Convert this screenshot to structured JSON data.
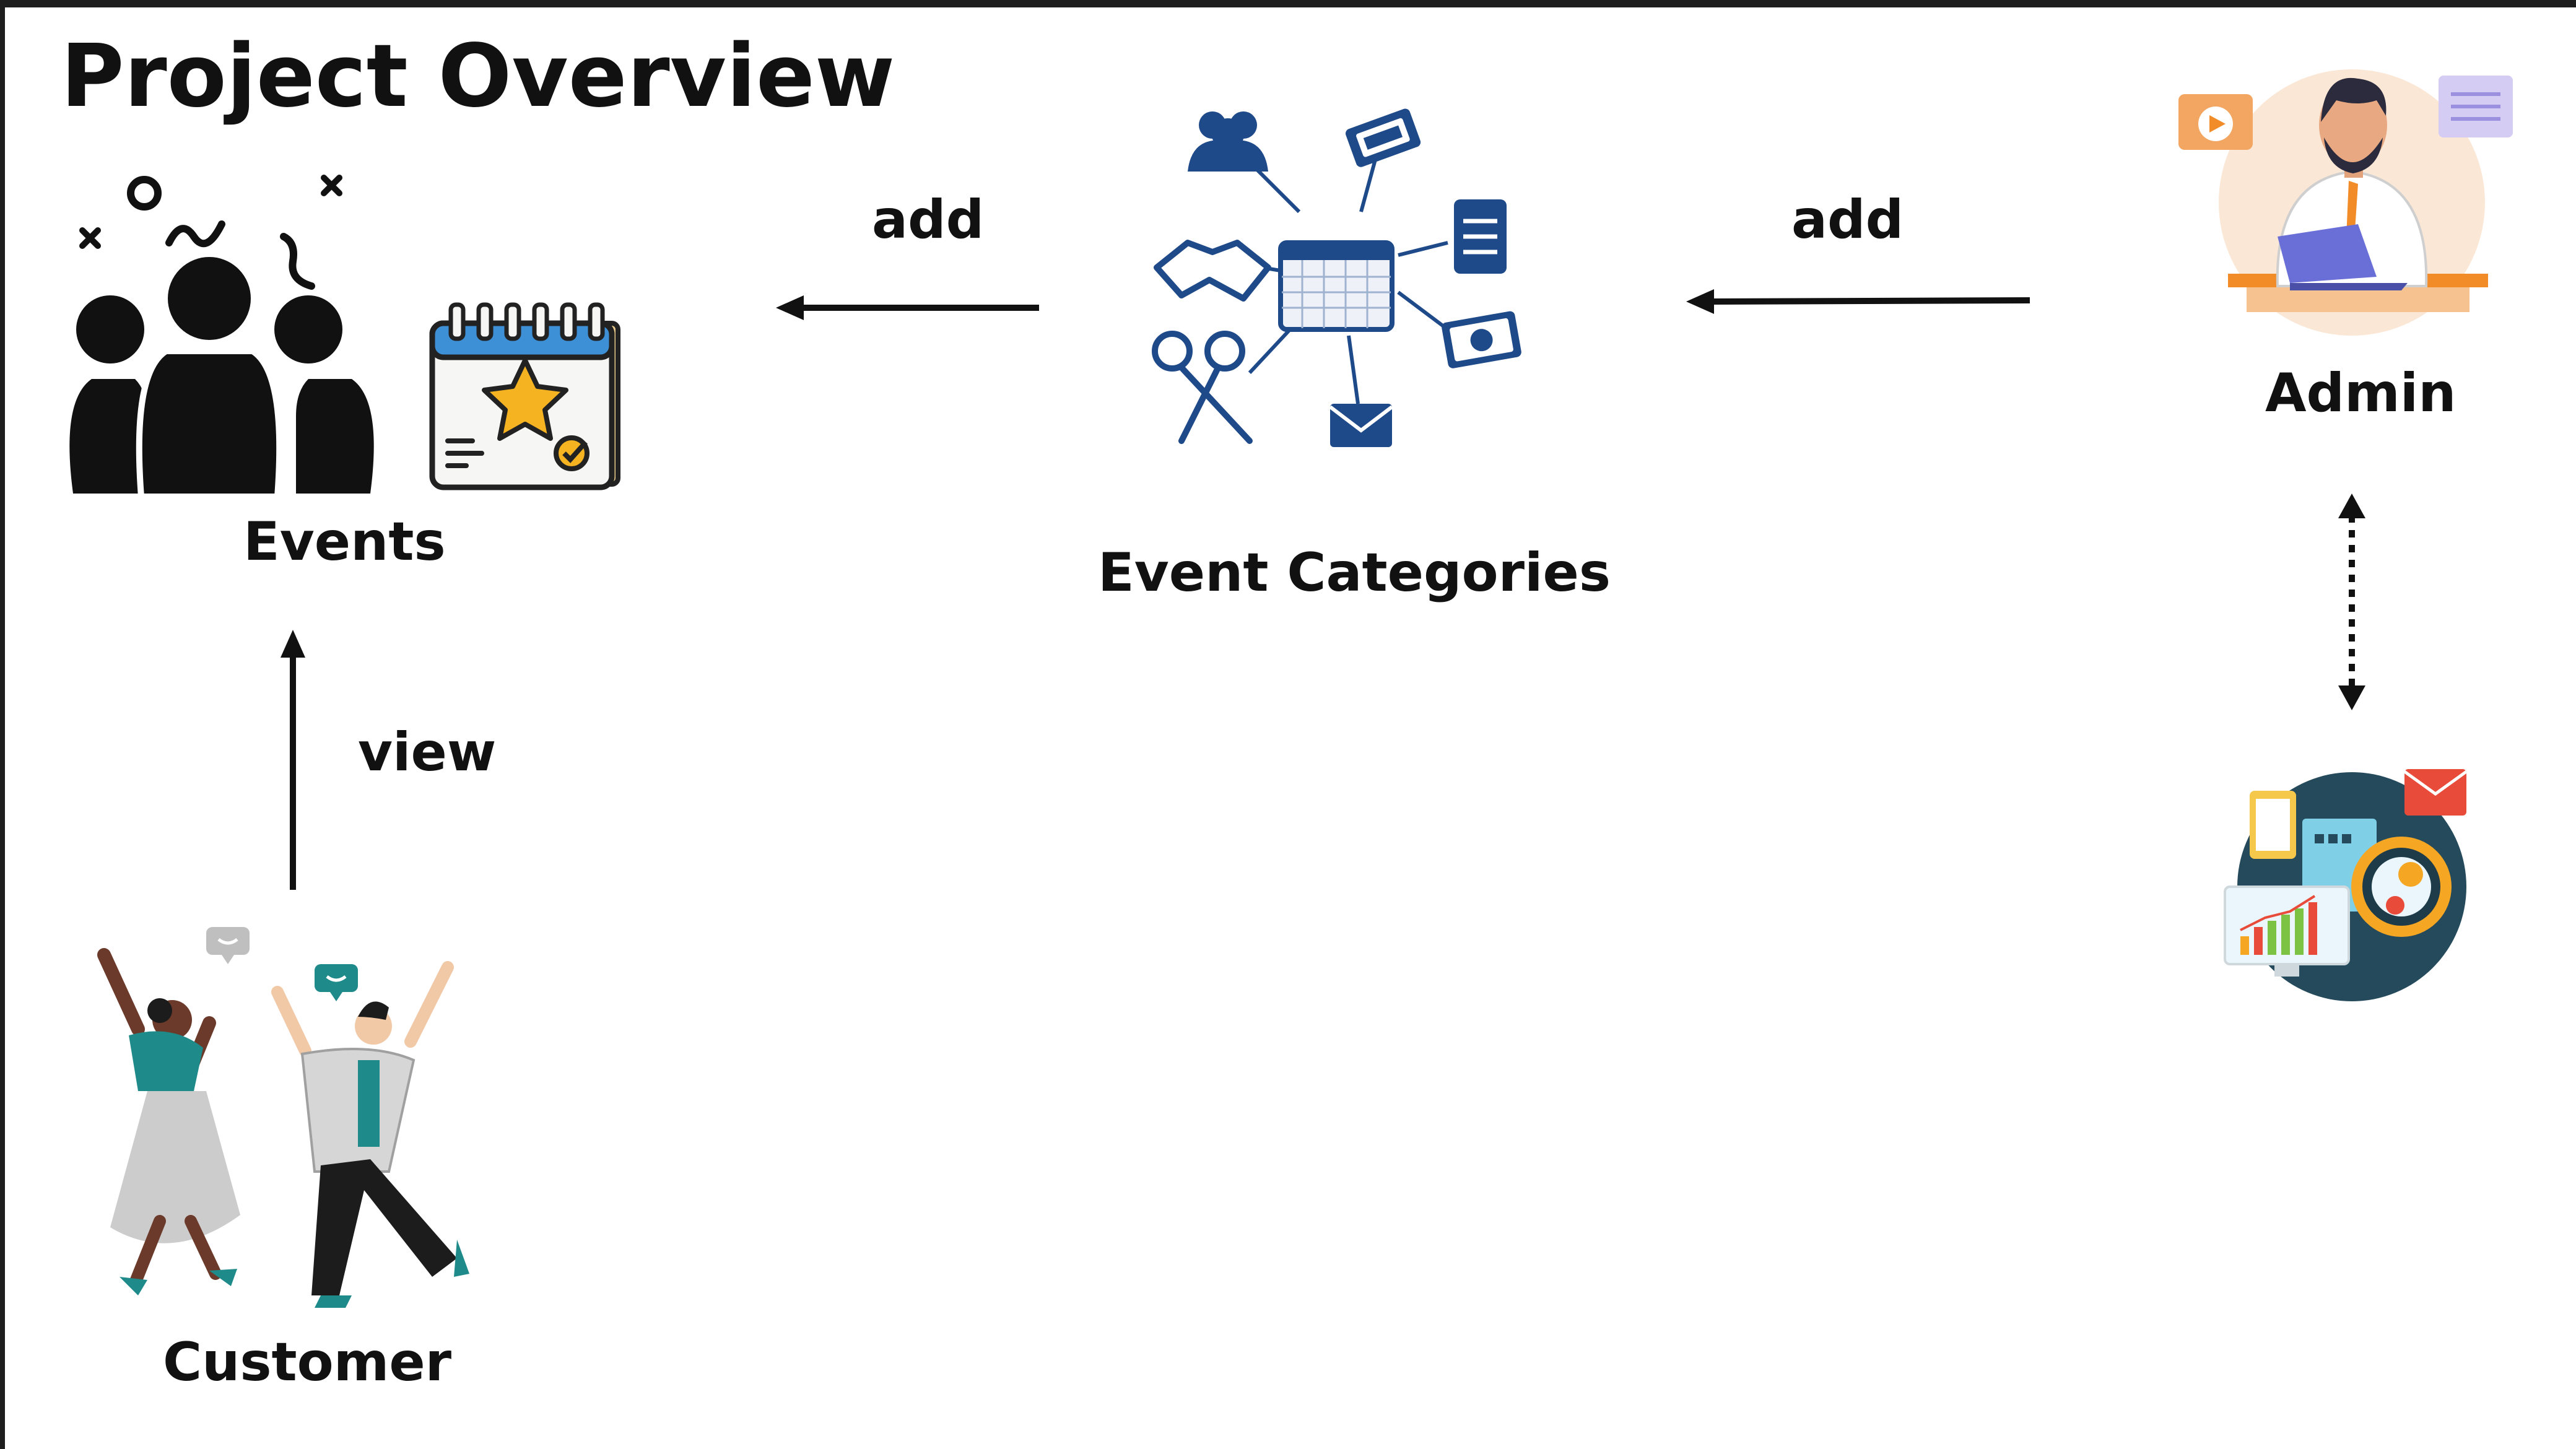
{
  "diagram": {
    "title": "Project Overview",
    "nodes": {
      "events": "Events",
      "event_categories": "Event Categories",
      "admin": "Admin",
      "customer": "Customer"
    },
    "edges": {
      "categories_to_events": "add",
      "admin_to_categories": "add",
      "customer_to_events": "view"
    },
    "icons": {
      "events": [
        "group-icon",
        "calendar-star-icon"
      ],
      "event_categories": "event-categories-hub-icon",
      "admin": "admin-person-icon",
      "customer": "dancing-people-icon",
      "dashboard": "dashboard-analytics-icon"
    },
    "colors": {
      "ink": "#111111",
      "navy": "#1f4a8a",
      "star": "#f5b321",
      "teal": "#1f8a8a",
      "orange": "#f28c28"
    }
  }
}
